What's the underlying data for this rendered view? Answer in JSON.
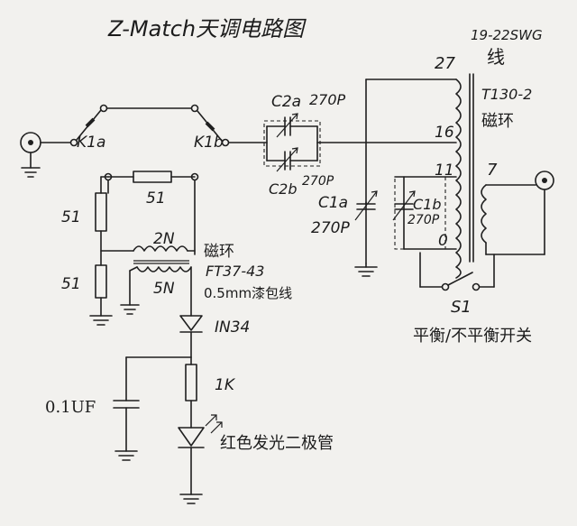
{
  "title": "Z-Match天调电路图",
  "wire_spec": "19-22SWG",
  "wire_char": "线",
  "core_main": "T130-2",
  "core_main_label": "磁环",
  "tap_27": "27",
  "tap_16": "16",
  "tap_11": "11",
  "tap_0": "0",
  "tap_7": "7",
  "relay_a": "K1a",
  "relay_b": "K1b",
  "cap_c2a": "C2a",
  "cap_c2a_val": "270P",
  "cap_c2b": "C2b",
  "cap_c2b_val": "270P",
  "cap_c1a": "C1a",
  "cap_c1a_val": "270P",
  "cap_c1b": "C1b",
  "cap_c1b_val": "270P",
  "res_top": "51",
  "res_left_upper": "51",
  "res_left_lower": "51",
  "turns_2n": "2N",
  "turns_5n": "5N",
  "core_small_label": "磁环",
  "core_small": "FT37-43",
  "enamel_wire": "0.5mm漆包线",
  "diode": "IN34",
  "res_1k": "1K",
  "cap_filter": "0.1UF",
  "led_label": "红色发光二极管",
  "switch_name": "S1",
  "switch_label": "平衡/不平衡开关"
}
